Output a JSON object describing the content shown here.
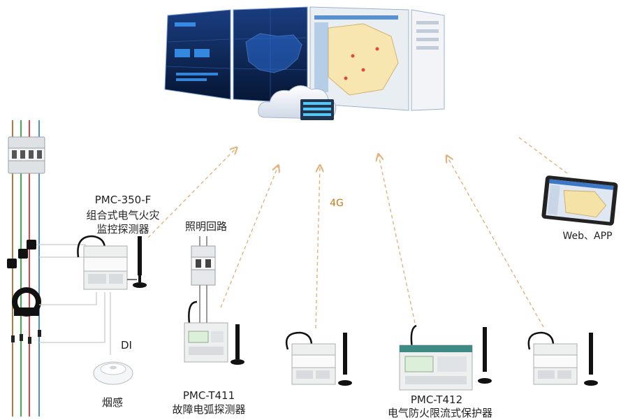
{
  "labels": {
    "detector_350_model": "PMC-350-F",
    "detector_350_name_1": "组合式电气火灾",
    "detector_350_name_2": "监控探测器",
    "lighting_circuit": "照明回路",
    "t411_model": "PMC-T411",
    "t411_name": "故障电弧探测器",
    "t412_model": "PMC-T412",
    "t412_name": "电气防火限流式保护器",
    "network": "4G",
    "di": "DI",
    "smoke": "烟感",
    "web_app": "Web、APP"
  },
  "colors": {
    "link_dash": "#e3b27a",
    "wire_brown": "#b77a3c",
    "wire_green": "#3fb04a",
    "wire_red": "#e04848",
    "wire_blue": "#4f8fd6",
    "screen_dark": "#0e2a5e",
    "device_body": "#eef0f0"
  },
  "icons": {
    "cloud": "cloud-icon",
    "antenna": "antenna-icon",
    "tablet": "tablet-icon",
    "smoke_detector": "smoke-detector-icon",
    "breaker": "circuit-breaker-icon",
    "ct": "current-transformer-icon"
  }
}
